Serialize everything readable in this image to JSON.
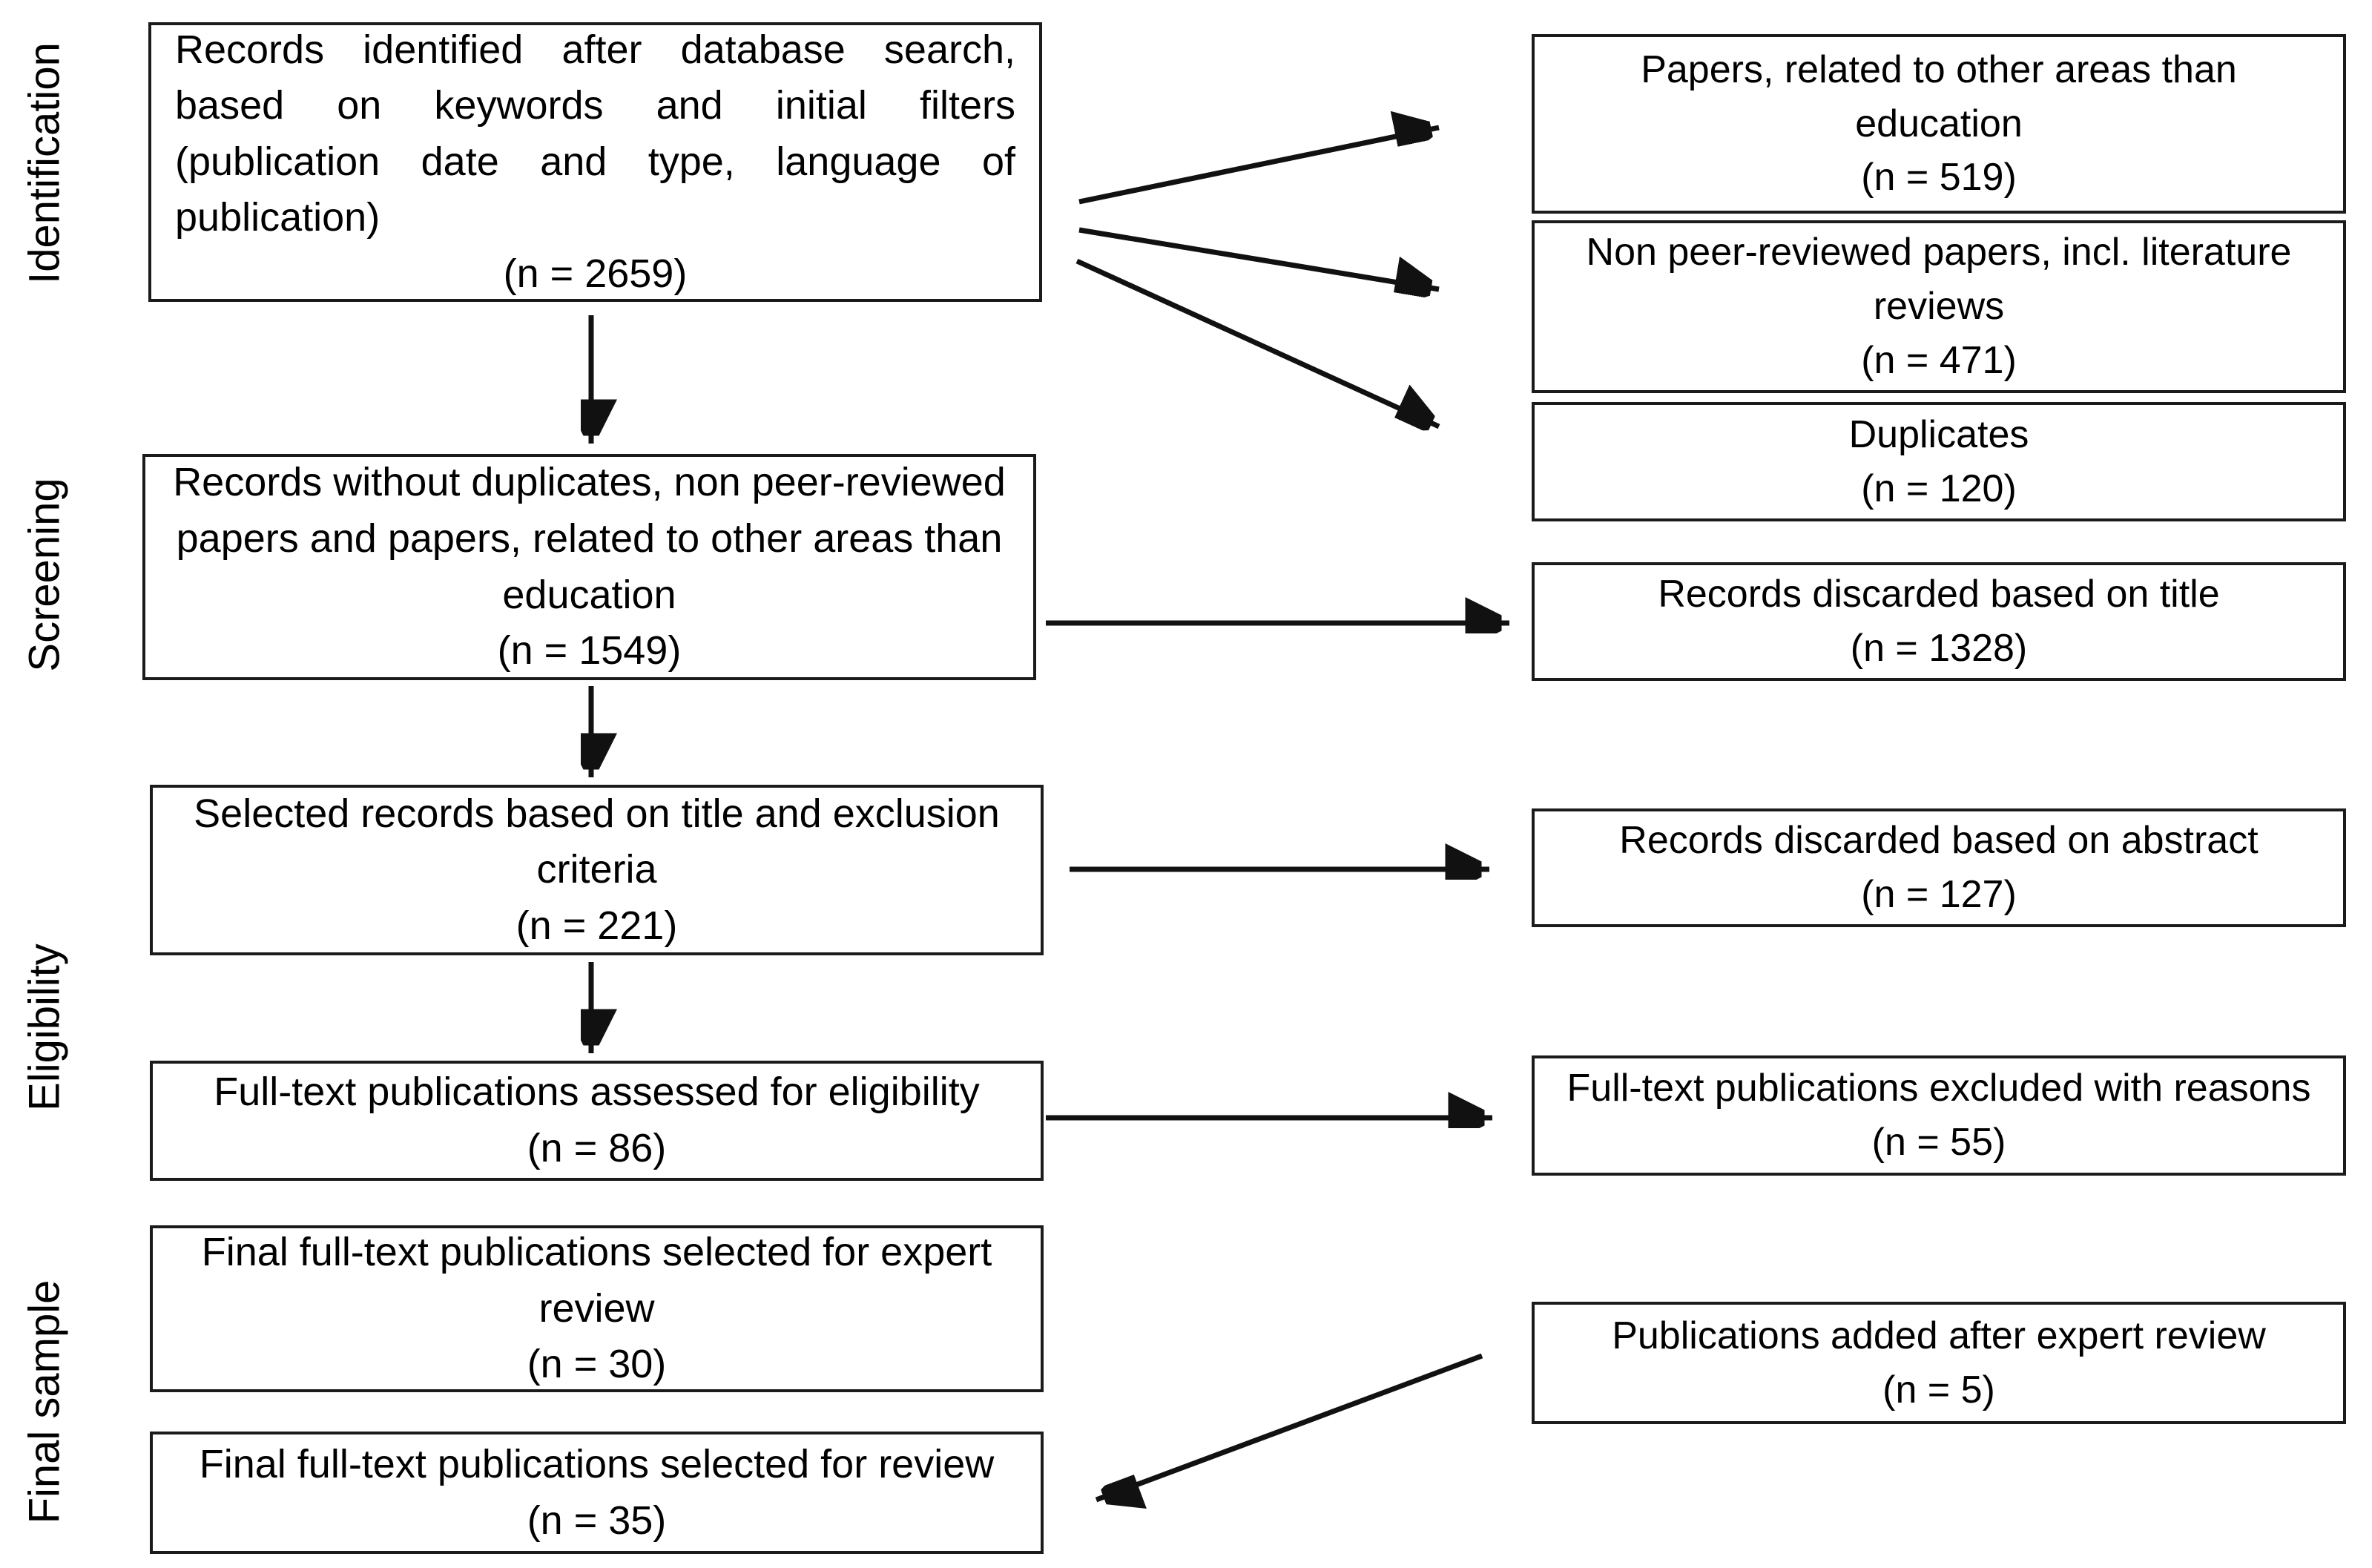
{
  "title": "Literature selection flow diagram",
  "colors": {
    "background": "#ffffff",
    "box_border": "#1b1b1b",
    "text": "#000000",
    "arrow": "#111111"
  },
  "stages": [
    {
      "label": "Identification"
    },
    {
      "label": "Screening"
    },
    {
      "label": "Eligibility"
    },
    {
      "label": "Final sample"
    }
  ],
  "left_column": [
    {
      "text": "Records identified after database search, based on keywords and initial filters (publication date and type, language of publication)",
      "count": "(n = 2659)"
    },
    {
      "text": "Records without duplicates, non peer-reviewed papers and papers, related to other areas than education",
      "count": "(n = 1549)"
    },
    {
      "text": "Selected records based on title and exclusion criteria",
      "count": "(n = 221)"
    },
    {
      "text": "Full-text publications assessed for eligibility",
      "count": "(n = 86)"
    },
    {
      "text": "Final full-text publications selected for expert review",
      "count": "(n = 30)"
    },
    {
      "text": "Final full-text publications selected for review",
      "count": "(n = 35)"
    }
  ],
  "right_column": [
    {
      "text": "Papers, related to other areas than education",
      "count": "(n = 519)"
    },
    {
      "text": "Non peer-reviewed papers, incl. literature reviews",
      "count": "(n = 471)"
    },
    {
      "text": "Duplicates",
      "count": "(n = 120)"
    },
    {
      "text": "Records discarded based on title",
      "count": "(n = 1328)"
    },
    {
      "text": "Records discarded based on abstract",
      "count": "(n = 127)"
    },
    {
      "text": "Full-text publications excluded with reasons",
      "count": "(n = 55)"
    },
    {
      "text": "Publications added after expert review",
      "count": "(n = 5)"
    }
  ],
  "edges": [
    {
      "from": "records-identified",
      "to": "papers-other-areas"
    },
    {
      "from": "records-identified",
      "to": "non-peer-reviewed-papers"
    },
    {
      "from": "records-identified",
      "to": "duplicates"
    },
    {
      "from": "records-identified",
      "to": "records-without-duplicates"
    },
    {
      "from": "records-without-duplicates",
      "to": "records-discarded-title"
    },
    {
      "from": "records-without-duplicates",
      "to": "selected-records-title-criteria"
    },
    {
      "from": "selected-records-title-criteria",
      "to": "records-discarded-abstract"
    },
    {
      "from": "selected-records-title-criteria",
      "to": "full-text-assessed"
    },
    {
      "from": "full-text-assessed",
      "to": "full-text-excluded"
    },
    {
      "from": "publications-added-expert-review",
      "to": "final-selected-review"
    }
  ]
}
